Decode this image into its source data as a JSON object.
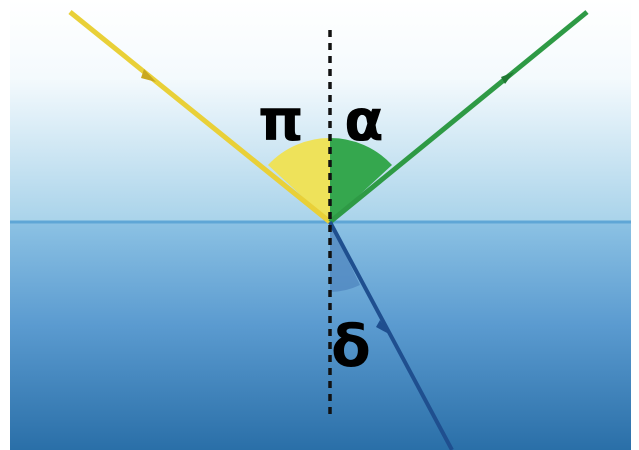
{
  "diagram": {
    "labels": {
      "incident_angle": "π",
      "reflected_angle": "α",
      "refracted_angle": "δ"
    },
    "colors": {
      "sky_top": "#ffffff",
      "sky_bottom": "#a9d3ea",
      "water_top": "#8cc2e4",
      "water_bottom": "#2a6fa8",
      "surface_line": "#5fa6d6",
      "incident_ray": "#e9d038",
      "incident_angle_fill": "#eee25a",
      "reflected_ray": "#2e9a45",
      "reflected_angle_fill": "#35a74e",
      "refracted_ray": "#1f4f8f",
      "refracted_angle_fill": "#4f86bf",
      "normal_line": "#111111"
    }
  }
}
